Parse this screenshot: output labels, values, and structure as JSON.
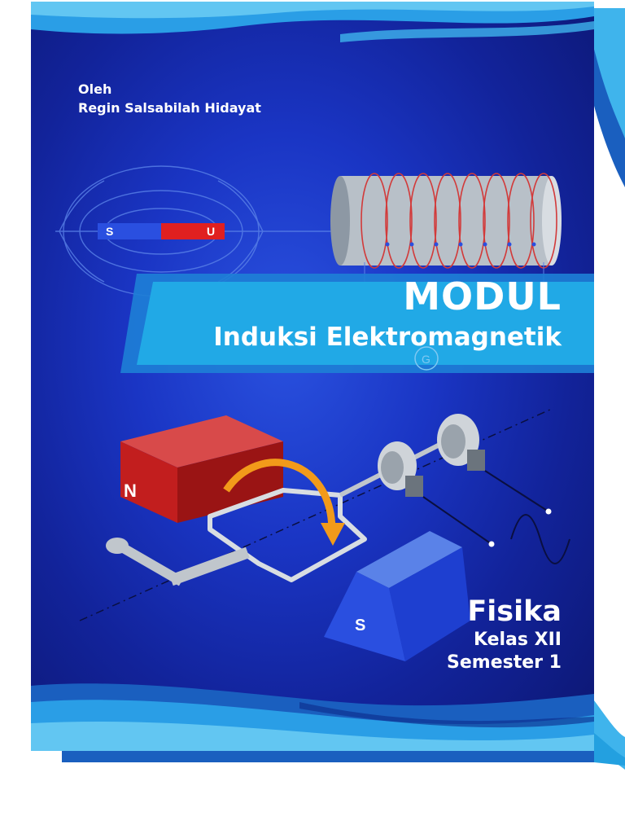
{
  "author": {
    "by_label": "Oleh",
    "name": "Regin Salsabilah Hidayat"
  },
  "title": {
    "main": "MODUL",
    "subtitle": "Induksi Elektromagnetik"
  },
  "subject": {
    "name": "Fisika",
    "class": "Kelas XII",
    "semester": "Semester 1"
  },
  "magnet_bar": {
    "south_label": "S",
    "north_label": "U"
  },
  "generator": {
    "north_label": "N",
    "south_label": "S",
    "galvanometer_label": "G"
  },
  "colors": {
    "cover_background": "#1a35c4",
    "banner": "#21a9e6",
    "wave_light": "#3fb4ec",
    "wave_dark": "#1a5fbf",
    "magnet_south": "#2a4fe0",
    "magnet_north": "#e02020",
    "coil_wire": "#d23a3a",
    "rotation_arrow": "#f29a1a"
  }
}
